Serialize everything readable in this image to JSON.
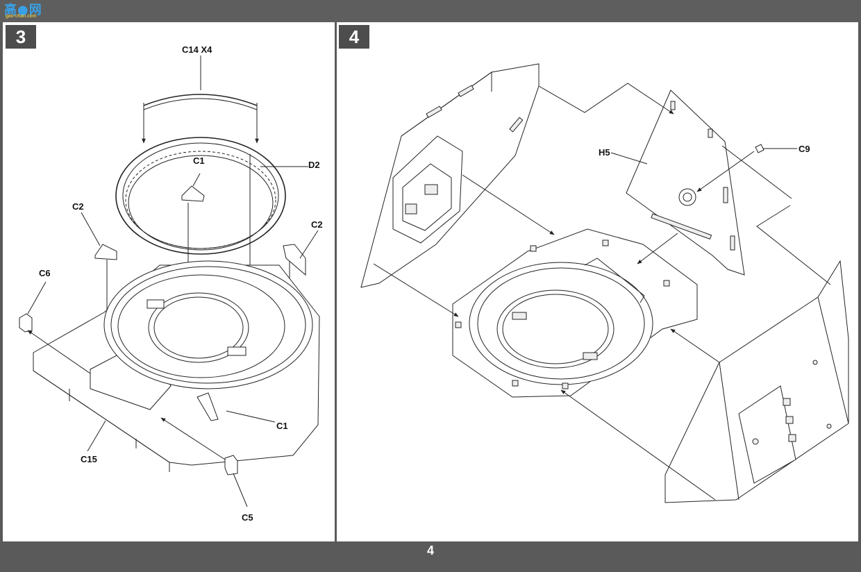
{
  "header": {
    "logo_text": "高●网",
    "logo_url": "gao-chan.com"
  },
  "steps": [
    {
      "number": "3",
      "labels": {
        "c14": "C14 X4",
        "d2": "D2",
        "c1_top": "C1",
        "c2_left": "C2",
        "c2_right": "C2",
        "c6": "C6",
        "c1_bottom": "C1",
        "c15": "C15",
        "c5": "C5"
      }
    },
    {
      "number": "4",
      "labels": {
        "h5": "H5",
        "c9": "C9"
      }
    }
  ],
  "footer": {
    "page_number": "4"
  },
  "colors": {
    "bar": "#5a5a5a",
    "step_box": "#4d4d4d",
    "paper": "#ffffff",
    "line": "#222222"
  }
}
